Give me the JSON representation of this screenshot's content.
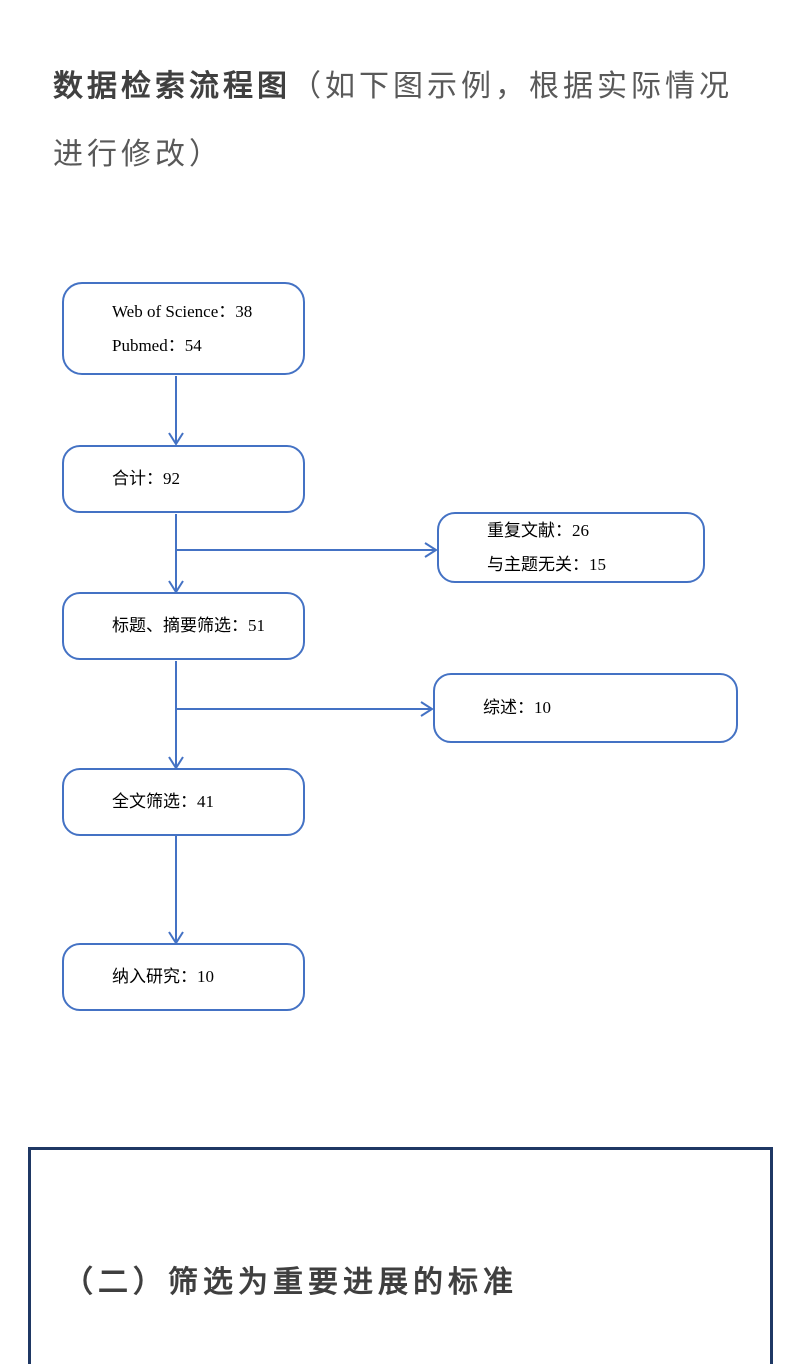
{
  "header": {
    "title_bold": "数据检索流程图",
    "title_rest": "（如下图示例，根据实际情况进行修改）"
  },
  "colors": {
    "flowchart_accent": "#4472C4",
    "section_border": "#1F3864",
    "title_bold_color": "#404040",
    "title_rest_color": "#595959",
    "heading_color": "#3F3F3F"
  },
  "flowchart": {
    "nodes": {
      "sources": {
        "lines": [
          "Web of Science：38",
          "Pubmed：54"
        ]
      },
      "total": {
        "lines": [
          "合计：92"
        ]
      },
      "excluded": {
        "lines": [
          "重复文献：26",
          "与主题无关：15"
        ]
      },
      "title_abstract": {
        "lines": [
          "标题、摘要筛选：51"
        ]
      },
      "reviews": {
        "lines": [
          "综述：10"
        ]
      },
      "fulltext": {
        "lines": [
          "全文筛选：41"
        ]
      },
      "included": {
        "lines": [
          "纳入研究：10"
        ]
      }
    }
  },
  "section": {
    "heading": "（二）筛选为重要进展的标准"
  }
}
